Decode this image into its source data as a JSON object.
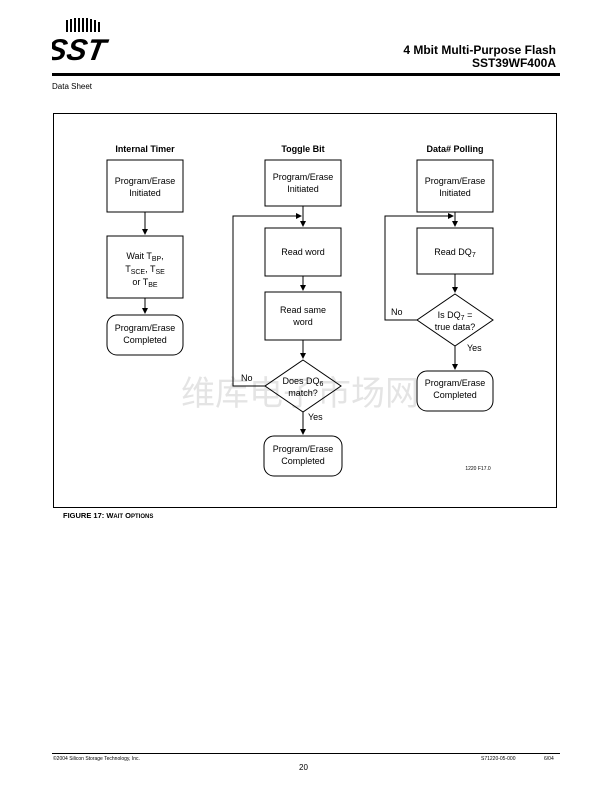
{
  "header": {
    "title_line1": "4 Mbit  Multi-Purpose Flash",
    "title_line2": "SST39WF400A",
    "data_sheet_label": "Data Sheet",
    "logo_text": "SST"
  },
  "figure": {
    "columns": {
      "internal_timer": {
        "title": "Internal Timer",
        "start": [
          "Program/Erase",
          "Initiated"
        ],
        "wait_line1": "Wait T",
        "wait_sub1": "BP",
        "wait_line1_end": ",",
        "wait_line2_t1": "T",
        "wait_sub2": "SCE",
        "wait_line2_mid": ", T",
        "wait_sub3": "SE",
        "wait_line3_pre": "or T",
        "wait_sub4": "BE",
        "end": [
          "Program/Erase",
          "Completed"
        ]
      },
      "toggle_bit": {
        "title": "Toggle Bit",
        "start": [
          "Program/Erase",
          "Initiated"
        ],
        "read1": "Read word",
        "read2": [
          "Read same",
          "word"
        ],
        "decision_pre": "Does DQ",
        "decision_sub": "6",
        "decision_line2": "match?",
        "no_label": "No",
        "yes_label": "Yes",
        "end": [
          "Program/Erase",
          "Completed"
        ]
      },
      "data_polling": {
        "title": "Data# Polling",
        "start": [
          "Program/Erase",
          "Initiated"
        ],
        "read_pre": "Read DQ",
        "read_sub": "7",
        "decision_pre": "Is DQ",
        "decision_sub": "7",
        "decision_post": " =",
        "decision_line2": "true data?",
        "no_label": "No",
        "yes_label": "Yes",
        "end": [
          "Program/Erase",
          "Completed"
        ]
      }
    },
    "figure_id": "1220 F17.0",
    "watermark": "维库电子市场网",
    "caption_prefix": "FIGURE 17: W",
    "caption_sc1": "AIT",
    "caption_mid": " O",
    "caption_sc2": "PTIONS"
  },
  "footer": {
    "copyright": "©2004 Silicon Storage Technology, Inc.",
    "page_number": "20",
    "doc_number": "S71220-05-000",
    "date": "6/04"
  }
}
